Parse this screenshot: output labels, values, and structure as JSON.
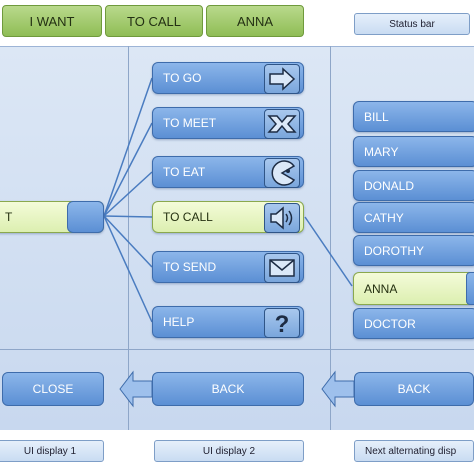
{
  "sentence_bar": [
    "I WANT",
    "TO CALL",
    "ANNA"
  ],
  "status_bar": "Status bar",
  "left_panel": {
    "selected_label": "T"
  },
  "middle_panel": {
    "items": [
      {
        "label": "TO GO",
        "icon": "arrow-right-icon"
      },
      {
        "label": "TO MEET",
        "icon": "meet-arrows-icon"
      },
      {
        "label": "TO EAT",
        "icon": "eat-pacman-icon"
      },
      {
        "label": "TO CALL",
        "icon": "speaker-icon",
        "selected": true
      },
      {
        "label": "TO SEND",
        "icon": "envelope-icon"
      },
      {
        "label": "HELP",
        "icon": "question-icon"
      }
    ]
  },
  "right_panel": {
    "items": [
      "BILL",
      "MARY",
      "DONALD",
      "CATHY",
      "DOROTHY",
      "ANNA",
      "DOCTOR"
    ],
    "selected": "ANNA"
  },
  "nav": {
    "close": "CLOSE",
    "back_middle": "BACK",
    "back_right": "BACK"
  },
  "footer": {
    "display1": "UI display 1",
    "display2": "UI display 2",
    "display3": "Next alternating disp"
  },
  "colors": {
    "button_blue": "#5b8fd4",
    "selected_green": "#dcefb0",
    "word_green": "#8fbd55"
  }
}
